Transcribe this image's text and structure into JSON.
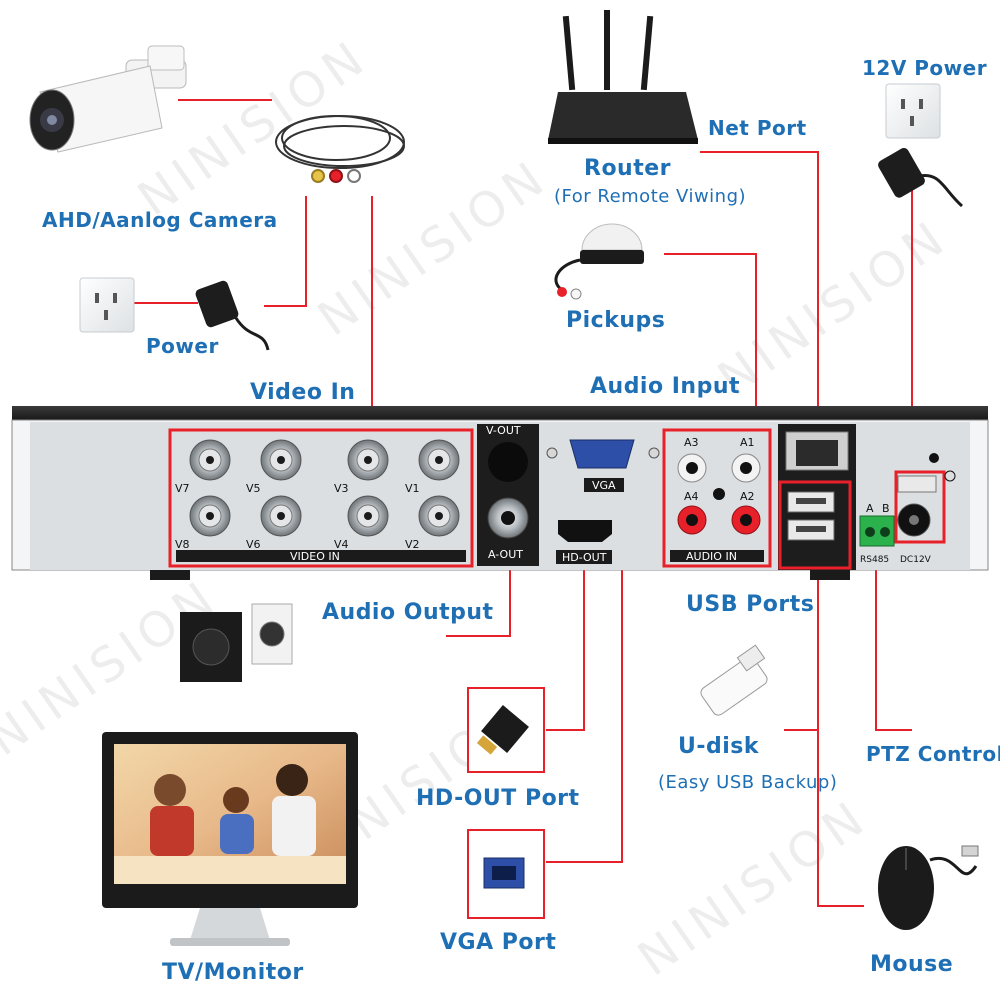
{
  "watermark": "NINISION",
  "colors": {
    "label": "#1f6fb5",
    "wire": "#e8202a",
    "panel": "#d8dde0",
    "chassis": "#1e1e1e"
  },
  "devices": {
    "camera": "AHD/Aanlog Camera",
    "power": "Power",
    "power12v": "12V Power",
    "net_port": "Net Port",
    "router": "Router",
    "router_note": "(For Remote Viwing)",
    "pickups": "Pickups",
    "video_in": "Video In",
    "audio_input": "Audio Input",
    "audio_output": "Audio Output",
    "usb_ports": "USB Ports",
    "udisk": "U-disk",
    "udisk_note": "(Easy USB Backup)",
    "ptz": "PTZ Control",
    "hdout_port": "HD-OUT Port",
    "vga_port": "VGA Port",
    "tv": "TV/Monitor",
    "mouse": "Mouse"
  },
  "panel": {
    "video_channels": [
      "V7",
      "V5",
      "V3",
      "V1",
      "V8",
      "V6",
      "V4",
      "V2"
    ],
    "video_in_label": "VIDEO IN",
    "vout": "V-OUT",
    "aout": "A-OUT",
    "vga": "VGA",
    "hdout": "HD-OUT",
    "audio_channels": [
      "A3",
      "A1",
      "A4",
      "A2"
    ],
    "audio_in_label": "AUDIO IN",
    "rs485": "RS485",
    "rs485_a": "A",
    "rs485_b": "B",
    "dc12v": "DC12V"
  }
}
